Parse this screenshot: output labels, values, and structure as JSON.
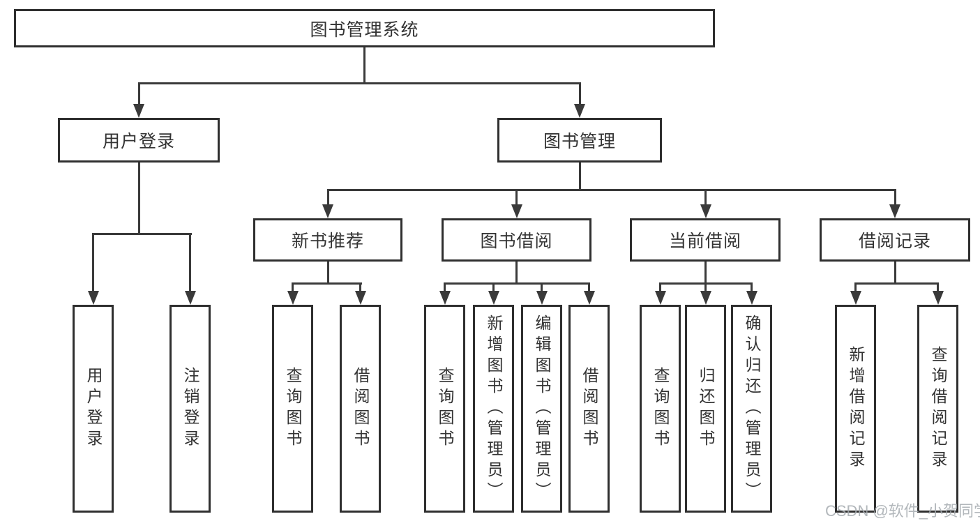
{
  "diagram": {
    "type": "tree",
    "title": "图书管理系统",
    "colors": {
      "line": "#3a3a3a",
      "border": "#2f2f2f",
      "text": "#333333",
      "background": "#ffffff",
      "watermark": "#b9bcbf"
    },
    "tree": {
      "label": "图书管理系统",
      "children": [
        {
          "label": "用户登录",
          "children": [
            {
              "label": "用户登录"
            },
            {
              "label": "注销登录"
            }
          ]
        },
        {
          "label": "图书管理",
          "children": [
            {
              "label": "新书推荐",
              "children": [
                {
                  "label": "查询图书"
                },
                {
                  "label": "借阅图书"
                }
              ]
            },
            {
              "label": "图书借阅",
              "children": [
                {
                  "label": "查询图书"
                },
                {
                  "label": "新增图书（管理员）"
                },
                {
                  "label": "编辑图书（管理员）"
                },
                {
                  "label": "借阅图书"
                }
              ]
            },
            {
              "label": "当前借阅",
              "children": [
                {
                  "label": "查询图书"
                },
                {
                  "label": "归还图书"
                },
                {
                  "label": "确认归还（管理员）"
                }
              ]
            },
            {
              "label": "借阅记录",
              "children": [
                {
                  "label": "新增借阅记录"
                },
                {
                  "label": "查询借阅记录"
                }
              ]
            }
          ]
        }
      ]
    },
    "watermark": "CSDN @软件_小贺同学"
  }
}
